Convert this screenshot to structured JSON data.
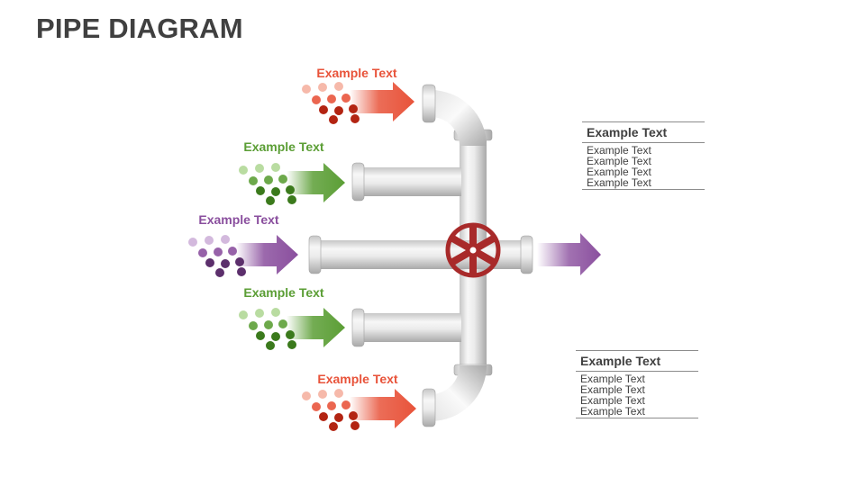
{
  "title": "PIPE DIAGRAM",
  "inputs": [
    {
      "label": "Example Text",
      "color": "#e8533a",
      "light": "#f4a795",
      "dark": "#b32412"
    },
    {
      "label": "Example Text",
      "color": "#5b9e35",
      "light": "#a8d38a",
      "dark": "#3b7a1c"
    },
    {
      "label": "Example Text",
      "color": "#8a4f9e",
      "light": "#c8a7d4",
      "dark": "#5c2f6c"
    },
    {
      "label": "Example Text",
      "color": "#5b9e35",
      "light": "#a8d38a",
      "dark": "#3b7a1c"
    },
    {
      "label": "Example Text",
      "color": "#e8533a",
      "light": "#f4a795",
      "dark": "#b32412"
    }
  ],
  "valve_color": "#a82a2a",
  "output_arrow_color": "#8a4f9e",
  "info_boxes": [
    {
      "heading": "Example Text",
      "lines": [
        "Example Text",
        "Example Text",
        "Example Text",
        "Example Text"
      ]
    },
    {
      "heading": "Example Text",
      "lines": [
        "Example Text",
        "Example Text",
        "Example Text",
        "Example Text"
      ]
    }
  ]
}
